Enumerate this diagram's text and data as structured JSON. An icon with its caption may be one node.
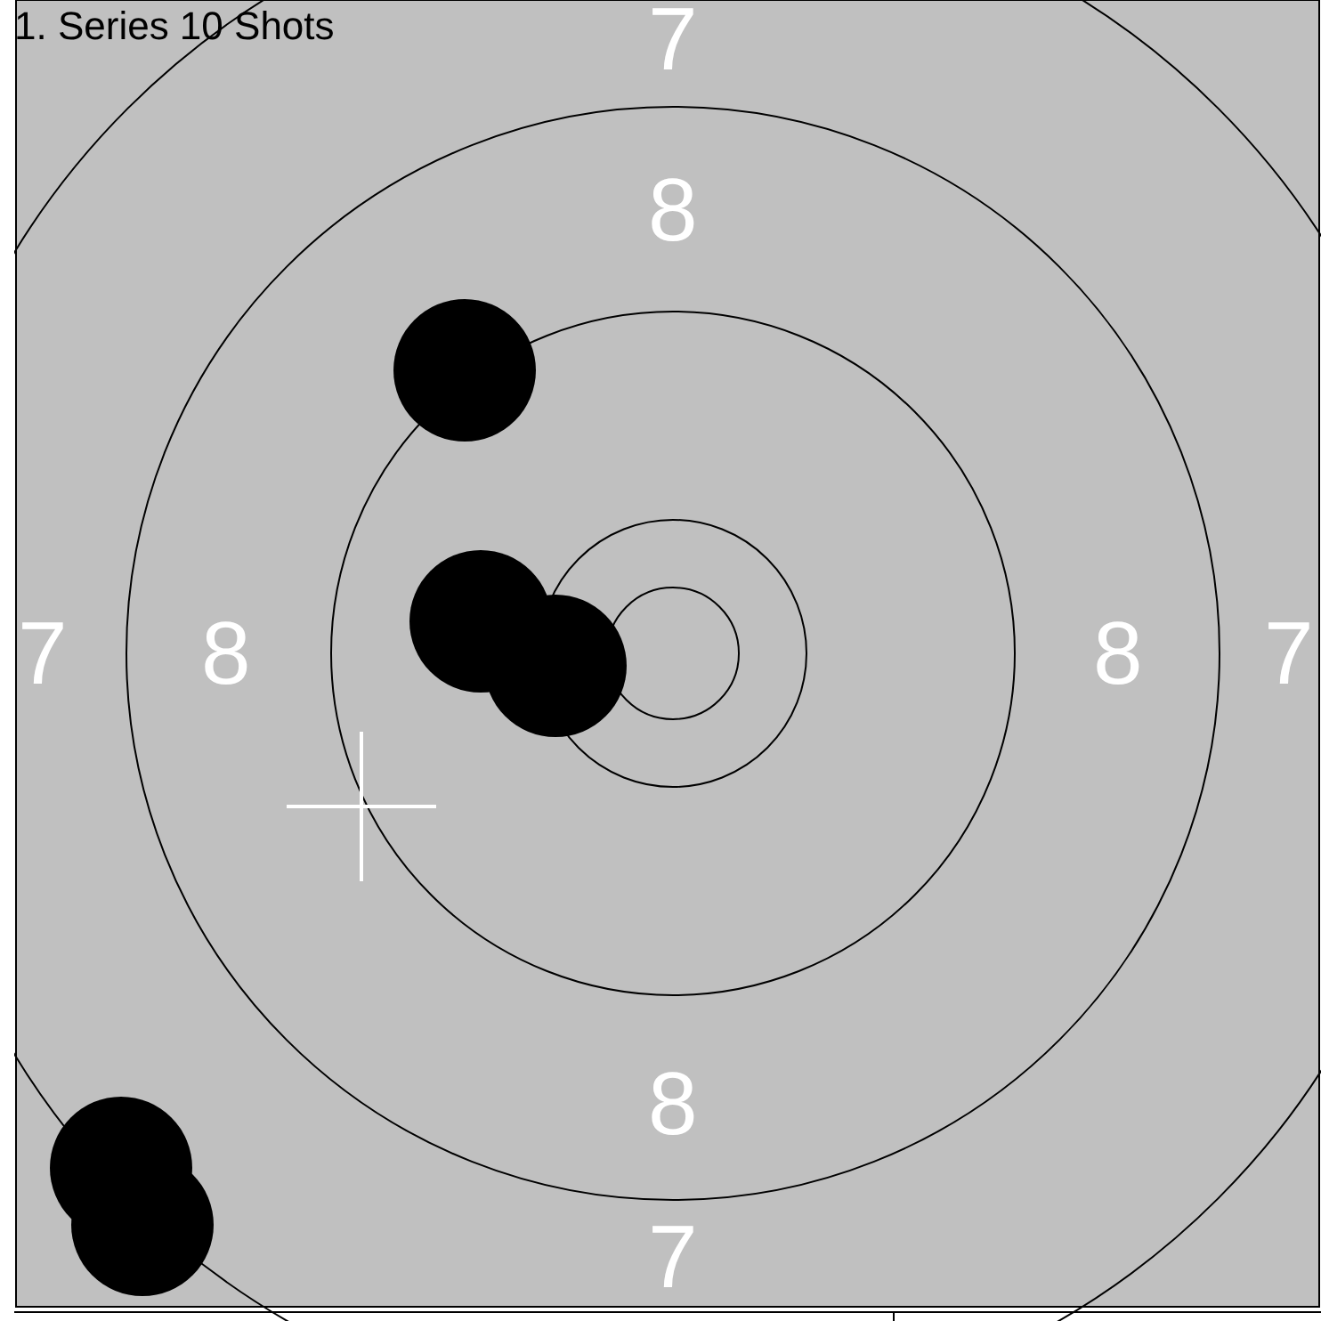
{
  "diagram": {
    "labels": [
      "1. Series 10 Shots",
      "7",
      "8",
      "7",
      "8",
      "8",
      "7",
      "8",
      "7"
    ]
  }
}
